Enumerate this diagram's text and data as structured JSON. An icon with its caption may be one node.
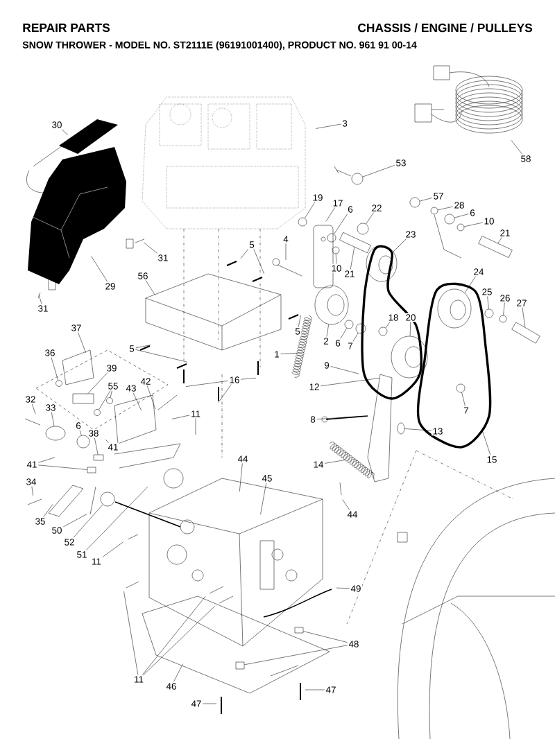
{
  "diagram": {
    "title": "REPAIR PARTS",
    "labels": [
      "CHASSIS / ENGINE / PULLEYS",
      "SNOW THROWER - MODEL NO. ST2111E (96191001400), PRODUCT NO. 961 91 00-14"
    ],
    "nodes": [
      {
        "text": [
          "30"
        ]
      },
      {
        "text": [
          "3"
        ]
      },
      {
        "text": [
          "58"
        ]
      },
      {
        "text": [
          "53"
        ]
      },
      {
        "text": [
          "19"
        ]
      },
      {
        "text": [
          "57"
        ]
      },
      {
        "text": [
          "17"
        ]
      },
      {
        "text": [
          "28"
        ]
      },
      {
        "text": [
          "22"
        ]
      },
      {
        "text": [
          "6"
        ]
      },
      {
        "text": [
          "6"
        ]
      },
      {
        "text": [
          "10"
        ]
      },
      {
        "text": [
          "21"
        ]
      },
      {
        "text": [
          "23"
        ]
      },
      {
        "text": [
          "4"
        ]
      },
      {
        "text": [
          "5"
        ]
      },
      {
        "text": [
          "31"
        ]
      },
      {
        "text": [
          "10"
        ]
      },
      {
        "text": [
          "24"
        ]
      },
      {
        "text": [
          "21"
        ]
      },
      {
        "text": [
          "56"
        ]
      },
      {
        "text": [
          "29"
        ]
      },
      {
        "text": [
          "25"
        ]
      },
      {
        "text": [
          "26"
        ]
      },
      {
        "text": [
          "27"
        ]
      },
      {
        "text": [
          "31"
        ]
      },
      {
        "text": [
          "18"
        ]
      },
      {
        "text": [
          "20"
        ]
      },
      {
        "text": [
          "37"
        ]
      },
      {
        "text": [
          "5"
        ]
      },
      {
        "text": [
          "2"
        ]
      },
      {
        "text": [
          "6"
        ]
      },
      {
        "text": [
          "7"
        ]
      },
      {
        "text": [
          "5"
        ]
      },
      {
        "text": [
          "36"
        ]
      },
      {
        "text": [
          "1"
        ]
      },
      {
        "text": [
          "9"
        ]
      },
      {
        "text": [
          "39"
        ]
      },
      {
        "text": [
          "16"
        ]
      },
      {
        "text": [
          "42"
        ]
      },
      {
        "text": [
          "55"
        ]
      },
      {
        "text": [
          "12"
        ]
      },
      {
        "text": [
          "43"
        ]
      },
      {
        "text": [
          "32"
        ]
      },
      {
        "text": [
          "33"
        ]
      },
      {
        "text": [
          "7"
        ]
      },
      {
        "text": [
          "11"
        ]
      },
      {
        "text": [
          "8"
        ]
      },
      {
        "text": [
          "6"
        ]
      },
      {
        "text": [
          "13"
        ]
      },
      {
        "text": [
          "38"
        ]
      },
      {
        "text": [
          "41"
        ]
      },
      {
        "text": [
          "15"
        ]
      },
      {
        "text": [
          "44"
        ]
      },
      {
        "text": [
          "14"
        ]
      },
      {
        "text": [
          "41"
        ]
      },
      {
        "text": [
          "45"
        ]
      },
      {
        "text": [
          "34"
        ]
      },
      {
        "text": [
          "44"
        ]
      },
      {
        "text": [
          "35"
        ]
      },
      {
        "text": [
          "50"
        ]
      },
      {
        "text": [
          "52"
        ]
      },
      {
        "text": [
          "51"
        ]
      },
      {
        "text": [
          "11"
        ]
      },
      {
        "text": [
          "49"
        ]
      },
      {
        "text": [
          "48"
        ]
      },
      {
        "text": [
          "11"
        ]
      },
      {
        "text": [
          "46"
        ]
      },
      {
        "text": [
          "47"
        ]
      },
      {
        "text": [
          "47"
        ]
      },
      {
        "text": [],
        "shape": "circle"
      },
      {
        "text": [],
        "shape": "circle"
      },
      {
        "text": [],
        "shape": "circle"
      },
      {
        "text": [],
        "shape": "circle"
      },
      {
        "text": [],
        "shape": "circle"
      },
      {
        "text": [],
        "shape": "circle"
      },
      {
        "text": [],
        "shape": "circle"
      },
      {
        "text": [],
        "shape": "circle"
      },
      {
        "text": [],
        "shape": "bar"
      },
      {
        "text": [],
        "shape": "bar"
      },
      {
        "text": [],
        "shape": "circle"
      },
      {
        "text": [],
        "shape": "circle"
      },
      {
        "text": [],
        "shape": "circle"
      },
      {
        "text": [],
        "shape": "circle"
      },
      {
        "text": [],
        "shape": "bar"
      },
      {
        "text": [],
        "shape": "circle"
      },
      {
        "text": [],
        "shape": "circle"
      },
      {
        "text": [],
        "shape": "circle"
      },
      {
        "text": [],
        "shape": "circle"
      },
      {
        "text": [],
        "shape": "circle"
      },
      {
        "text": [],
        "shape": "circle"
      },
      {
        "text": [],
        "shape": "bar"
      },
      {
        "text": [],
        "shape": "circle"
      },
      {
        "text": [],
        "shape": "circle"
      },
      {
        "text": [],
        "shape": "circle"
      },
      {
        "text": [],
        "shape": "circle"
      },
      {
        "text": [],
        "shape": "circle"
      },
      {
        "text": [],
        "shape": "circle"
      },
      {
        "text": [],
        "shape": "circle"
      },
      {
        "text": [],
        "shape": "box"
      },
      {
        "text": [],
        "shape": "box"
      },
      {
        "text": [],
        "shape": "circle"
      },
      {
        "text": [],
        "shape": "box"
      },
      {
        "text": [],
        "shape": "box"
      }
    ],
    "edges": [
      {
        "from": 0,
        "to": null,
        "arrow": "none"
      },
      {
        "from": 1,
        "to": null,
        "arrow": "none"
      },
      {
        "from": 2,
        "to": null,
        "arrow": "none"
      },
      {
        "from": 3,
        "to": 70,
        "arrow": "none"
      },
      {
        "from": 4,
        "to": 71,
        "arrow": "none"
      },
      {
        "from": 5,
        "to": 72,
        "arrow": "none"
      },
      {
        "from": 6,
        "to": null,
        "arrow": "none"
      },
      {
        "from": 7,
        "to": 73,
        "arrow": "none"
      },
      {
        "from": 8,
        "to": 74,
        "arrow": "none"
      },
      {
        "from": 9,
        "to": 75,
        "arrow": "none"
      },
      {
        "from": 10,
        "to": 76,
        "arrow": "none"
      },
      {
        "from": 11,
        "to": 77,
        "arrow": "none"
      },
      {
        "from": 12,
        "to": 78,
        "arrow": "none"
      },
      {
        "from": 13,
        "to": 80,
        "arrow": "none"
      },
      {
        "from": 14,
        "to": null,
        "arrow": "none"
      },
      {
        "from": 15,
        "to": null,
        "arrow": "none"
      },
      {
        "from": 15,
        "to": null,
        "arrow": "none"
      },
      {
        "from": 16,
        "to": null,
        "arrow": "none"
      },
      {
        "from": 17,
        "to": 101,
        "arrow": "none"
      },
      {
        "from": 18,
        "to": 81,
        "arrow": "none"
      },
      {
        "from": 19,
        "to": 79,
        "arrow": "none"
      },
      {
        "from": 20,
        "to": null,
        "arrow": "none"
      },
      {
        "from": 21,
        "to": null,
        "arrow": "none"
      },
      {
        "from": 22,
        "to": 82,
        "arrow": "none"
      },
      {
        "from": 23,
        "to": 83,
        "arrow": "none"
      },
      {
        "from": 24,
        "to": 84,
        "arrow": "none"
      },
      {
        "from": 25,
        "to": null,
        "arrow": "none"
      },
      {
        "from": 26,
        "to": 85,
        "arrow": "none"
      },
      {
        "from": 27,
        "to": 86,
        "arrow": "none"
      },
      {
        "from": 28,
        "to": null,
        "arrow": "none"
      },
      {
        "from": 29,
        "to": null,
        "arrow": "none"
      },
      {
        "from": 30,
        "to": 87,
        "arrow": "none"
      },
      {
        "from": 31,
        "to": 88,
        "arrow": "none"
      },
      {
        "from": 32,
        "to": 89,
        "arrow": "none"
      },
      {
        "from": 33,
        "to": null,
        "arrow": "none"
      },
      {
        "from": 33,
        "to": null,
        "arrow": "none"
      },
      {
        "from": 34,
        "to": 90,
        "arrow": "none"
      },
      {
        "from": 35,
        "to": null,
        "arrow": "none"
      },
      {
        "from": 36,
        "to": null,
        "arrow": "none"
      },
      {
        "from": 37,
        "to": 91,
        "arrow": "none"
      },
      {
        "from": 38,
        "to": null,
        "arrow": "none"
      },
      {
        "from": 38,
        "to": null,
        "arrow": "none"
      },
      {
        "from": 38,
        "to": null,
        "arrow": "none"
      },
      {
        "from": 39,
        "to": null,
        "arrow": "none"
      },
      {
        "from": 40,
        "to": 92,
        "arrow": "none"
      },
      {
        "from": 40,
        "to": 93,
        "arrow": "none"
      },
      {
        "from": 41,
        "to": null,
        "arrow": "none"
      },
      {
        "from": 42,
        "to": null,
        "arrow": "none"
      },
      {
        "from": 43,
        "to": null,
        "arrow": "none"
      },
      {
        "from": 44,
        "to": 94,
        "arrow": "none"
      },
      {
        "from": 45,
        "to": 95,
        "arrow": "none"
      },
      {
        "from": 46,
        "to": null,
        "arrow": "none"
      },
      {
        "from": 46,
        "to": null,
        "arrow": "none"
      },
      {
        "from": 47,
        "to": null,
        "arrow": "none"
      },
      {
        "from": 48,
        "to": 96,
        "arrow": "none"
      },
      {
        "from": 49,
        "to": 97,
        "arrow": "none"
      },
      {
        "from": 50,
        "to": 102,
        "arrow": "none"
      },
      {
        "from": 51,
        "to": null,
        "arrow": "none"
      },
      {
        "from": 52,
        "to": null,
        "arrow": "none"
      },
      {
        "from": 53,
        "to": null,
        "arrow": "none"
      },
      {
        "from": 54,
        "to": null,
        "arrow": "none"
      },
      {
        "from": 55,
        "to": null,
        "arrow": "none"
      },
      {
        "from": 55,
        "to": 103,
        "arrow": "none"
      },
      {
        "from": 56,
        "to": null,
        "arrow": "none"
      },
      {
        "from": 57,
        "to": null,
        "arrow": "none"
      },
      {
        "from": 58,
        "to": null,
        "arrow": "none"
      },
      {
        "from": 59,
        "to": null,
        "arrow": "none"
      },
      {
        "from": 60,
        "to": null,
        "arrow": "none"
      },
      {
        "from": 61,
        "to": 98,
        "arrow": "none"
      },
      {
        "from": 62,
        "to": null,
        "arrow": "none"
      },
      {
        "from": 63,
        "to": null,
        "arrow": "none"
      },
      {
        "from": 64,
        "to": null,
        "arrow": "none"
      },
      {
        "from": 65,
        "to": 99,
        "arrow": "none"
      },
      {
        "from": 65,
        "to": 100,
        "arrow": "none"
      },
      {
        "from": 66,
        "to": null,
        "arrow": "none"
      },
      {
        "from": 66,
        "to": null,
        "arrow": "none"
      },
      {
        "from": 66,
        "to": null,
        "arrow": "none"
      },
      {
        "from": 67,
        "to": null,
        "arrow": "none"
      },
      {
        "from": 68,
        "to": null,
        "arrow": "none"
      },
      {
        "from": 69,
        "to": null,
        "arrow": "none"
      }
    ]
  }
}
